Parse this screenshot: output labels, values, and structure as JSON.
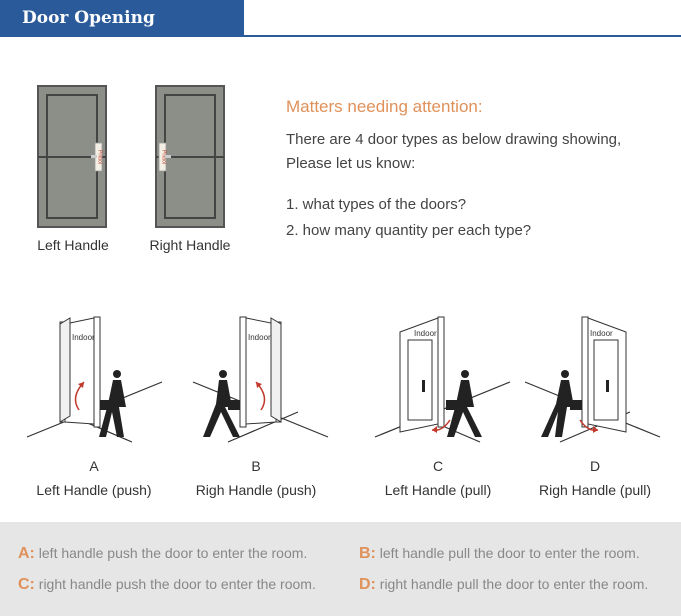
{
  "header": {
    "title": "Door Opening Direction"
  },
  "doors": [
    {
      "label": "Left Handle",
      "lock_text": "Pinbol"
    },
    {
      "label": "Right Handle",
      "lock_text": "Pinbol"
    }
  ],
  "attention": {
    "title": "Matters needing attention:",
    "lines": [
      "There are 4 door types as below drawing showing,",
      "Please let us know:",
      "1. what types of the doors?",
      "2. how many quantity per each type?"
    ]
  },
  "scenes": [
    {
      "letter": "A",
      "caption": "Left Handle (push)",
      "indoor": "Indoor"
    },
    {
      "letter": "B",
      "caption": "Righ Handle (push)",
      "indoor": "Indoor"
    },
    {
      "letter": "C",
      "caption": "Left Handle (pull)",
      "indoor": "Indoor"
    },
    {
      "letter": "D",
      "caption": "Righ Handle (pull)",
      "indoor": "Indoor"
    }
  ],
  "notes": [
    {
      "key": "A:",
      "text": " left handle push the door to enter the room."
    },
    {
      "key": "B:",
      "text": " left handle pull the door to enter the room."
    },
    {
      "key": "C:",
      "text": " right handle push the door to enter the room."
    },
    {
      "key": "D:",
      "text": " right handle pull the door to enter the room."
    }
  ],
  "colors": {
    "header_bg": "#2a5a9a",
    "accent": "#e0915a",
    "door_fill": "#8c8f88",
    "arrow": "#c0392b"
  }
}
